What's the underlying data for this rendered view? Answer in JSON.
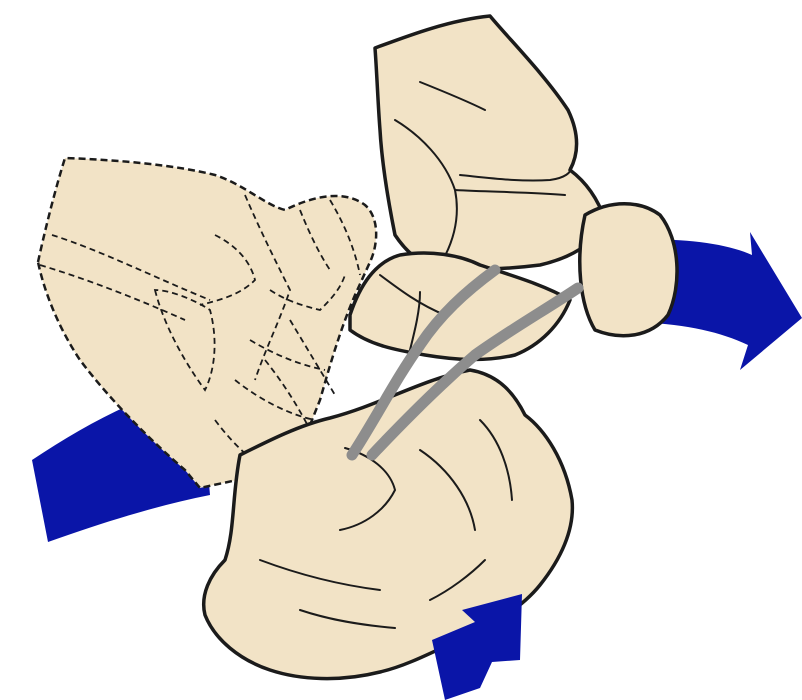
{
  "figure": {
    "background": "#ffffff",
    "bone_fill": "#f2e3c6",
    "bone_outline": "#1b1b1b",
    "ligament_color": "#8d8d8d",
    "arrow_color": "#0a15a8",
    "elements": [
      "left-rotation-arrow",
      "right-rotation-arrow",
      "bottom-push-arrow",
      "forefoot-bones-dashed",
      "tibia-fibula-bone",
      "talus-bone",
      "calcaneus-bone",
      "y-shaped-ligament"
    ]
  }
}
